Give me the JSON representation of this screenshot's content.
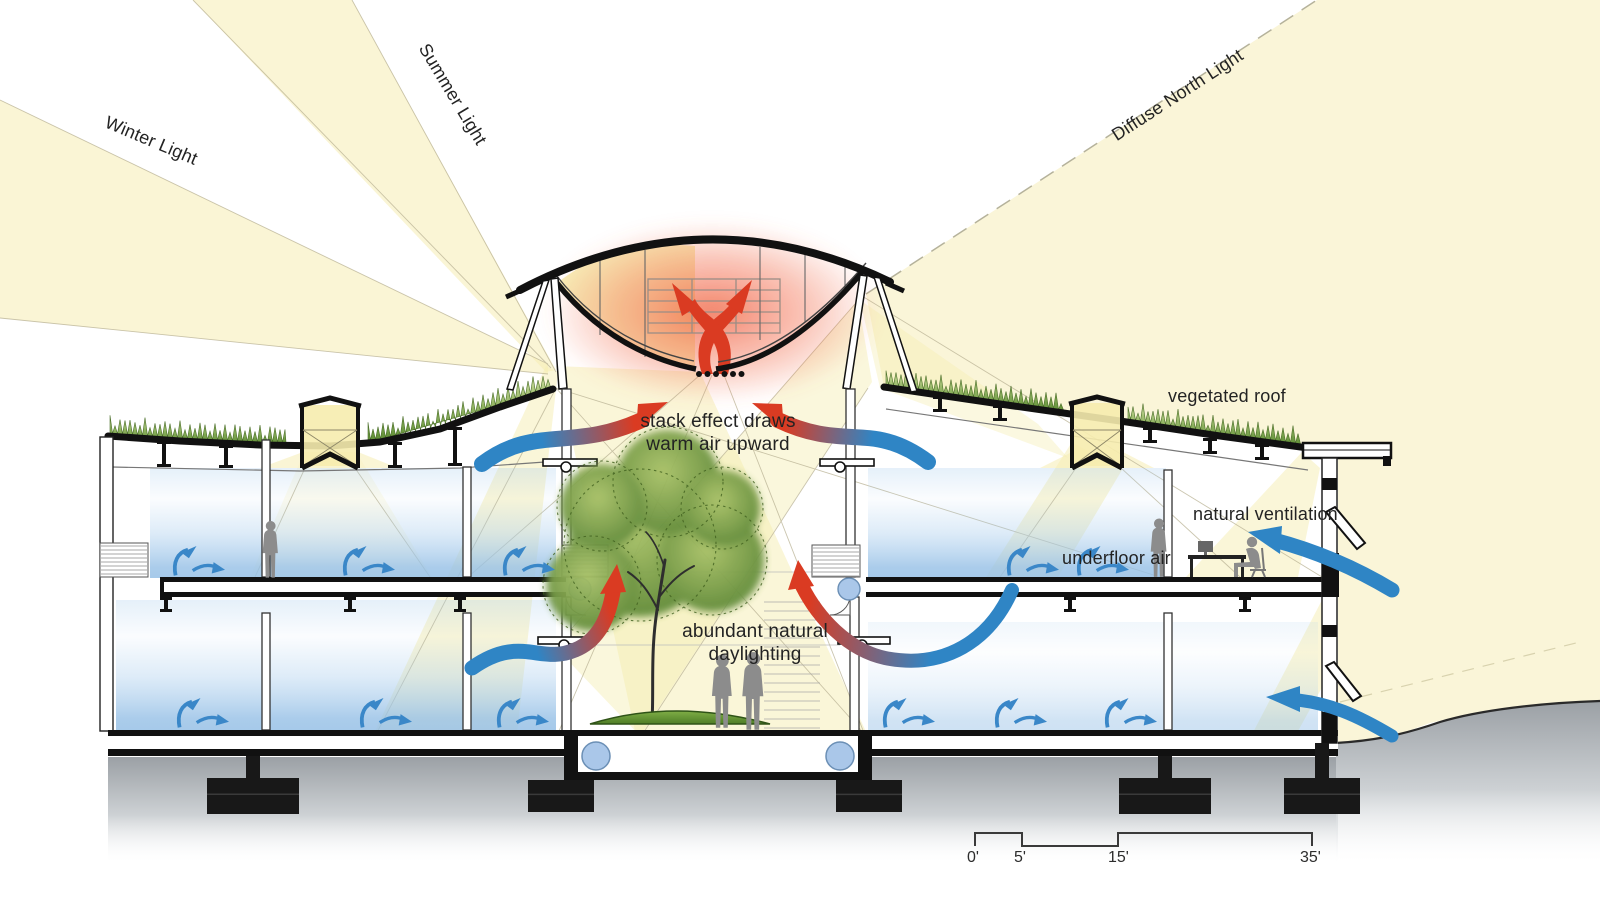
{
  "labels": {
    "winter_light": "Winter Light",
    "summer_light": "Summer Light",
    "diffuse_north_light": "Diffuse North Light",
    "vegetated_roof": "vegetated roof",
    "stack_effect_line1": "stack effect draws",
    "stack_effect_line2": "warm air upward",
    "natural_ventilation": "natural ventilation",
    "underfloor_air": "underfloor air",
    "daylighting_line1": "abundant natural",
    "daylighting_line2": "daylighting"
  },
  "scale_bar": {
    "tick0": "0'",
    "tick1": "5'",
    "tick2": "15'",
    "tick3": "35'"
  },
  "colors": {
    "light_beam": "#f5edb2",
    "north_light": "#faf5d8",
    "vent_blue": "#2f85c5",
    "warm_red": "#da3b22",
    "glow_orange": "#f37050",
    "roof_green_dark": "#5c8c33",
    "roof_green_light": "#c3d692",
    "interior_wash_blue": "#a9cded",
    "ground_gray": "#9ba0a5"
  }
}
